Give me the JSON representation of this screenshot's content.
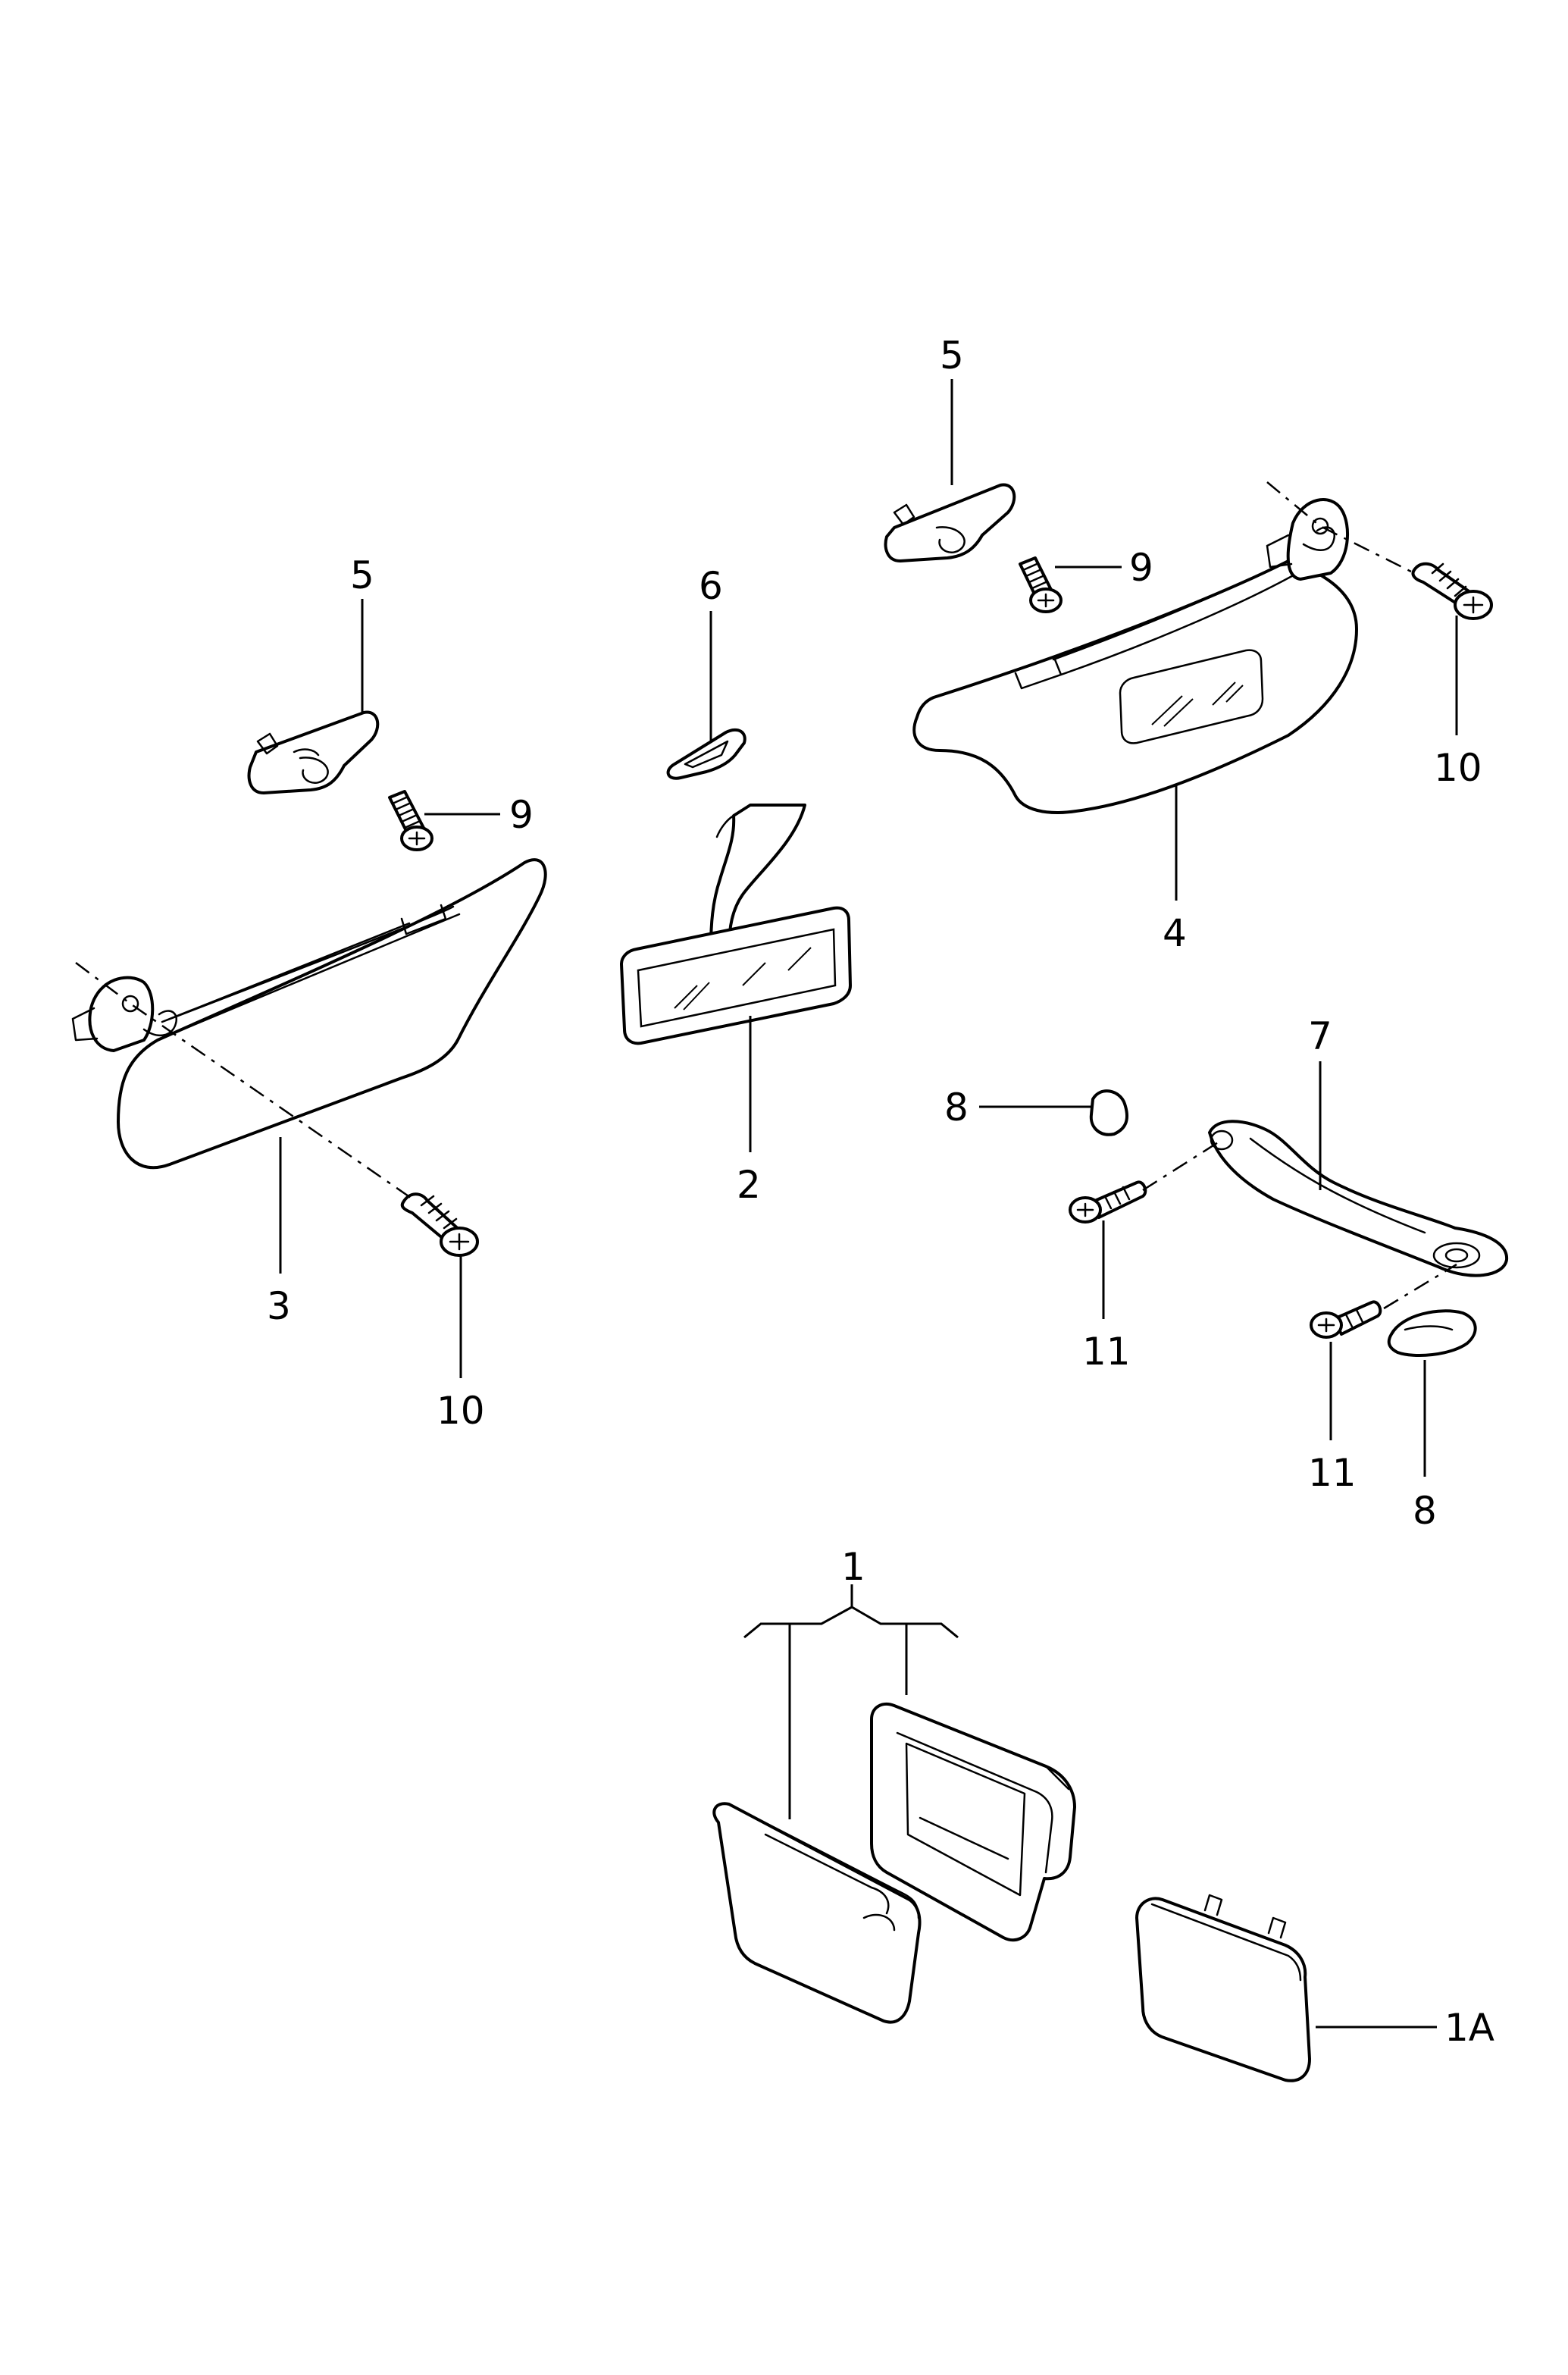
{
  "callouts": {
    "c1": "1",
    "c1a": "1A",
    "c2": "2",
    "c3": "3",
    "c4": "4",
    "c5_left": "5",
    "c5_right": "5",
    "c6": "6",
    "c7": "7",
    "c8_top": "8",
    "c8_bottom": "8",
    "c9_left": "9",
    "c9_right": "9",
    "c10_left": "10",
    "c10_right": "10",
    "c11_left": "11",
    "c11_right": "11"
  }
}
